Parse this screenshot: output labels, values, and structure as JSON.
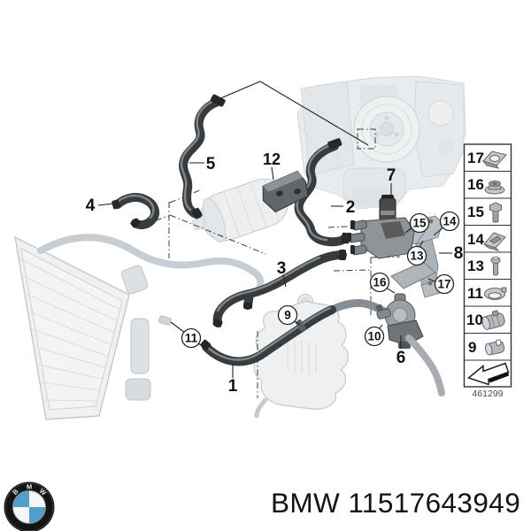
{
  "colors": {
    "bmw_roundel_blue": "#4f9fc8",
    "title_text": "#141414",
    "hose_dark": "#383c3f",
    "faded_part": "#d7dde0"
  },
  "diagram": {
    "drawing_number": "461299",
    "part_labels": {
      "l1": "1",
      "l2": "2",
      "l3": "3",
      "l4": "4",
      "l5": "5",
      "l6": "6",
      "l7": "7",
      "l8": "8",
      "l12": "12"
    },
    "circled_labels": {
      "c9": "9",
      "c10": "10",
      "c11": "11",
      "c13": "13",
      "c14": "14",
      "c15": "15",
      "c16": "16",
      "c17": "17"
    },
    "legend": {
      "items": [
        {
          "label": "17",
          "icon": "speed-clip-icon"
        },
        {
          "label": "16",
          "icon": "flange-nut-icon"
        },
        {
          "label": "15",
          "icon": "hex-bolt-icon"
        },
        {
          "label": "14",
          "icon": "c-clip-nut-icon"
        },
        {
          "label": "13",
          "icon": "bolt-icon"
        },
        {
          "label": "11",
          "icon": "hose-clamp-ring-icon"
        },
        {
          "label": "10",
          "icon": "hose-clamp-band-icon"
        },
        {
          "label": "9",
          "icon": "hose-clamp-small-icon"
        }
      ],
      "arrow_icon": "direction-arrow-icon"
    }
  },
  "footer": {
    "brand": "BMW",
    "part_number": "11517643949",
    "logo_letters": [
      "B",
      "M",
      "W"
    ]
  }
}
